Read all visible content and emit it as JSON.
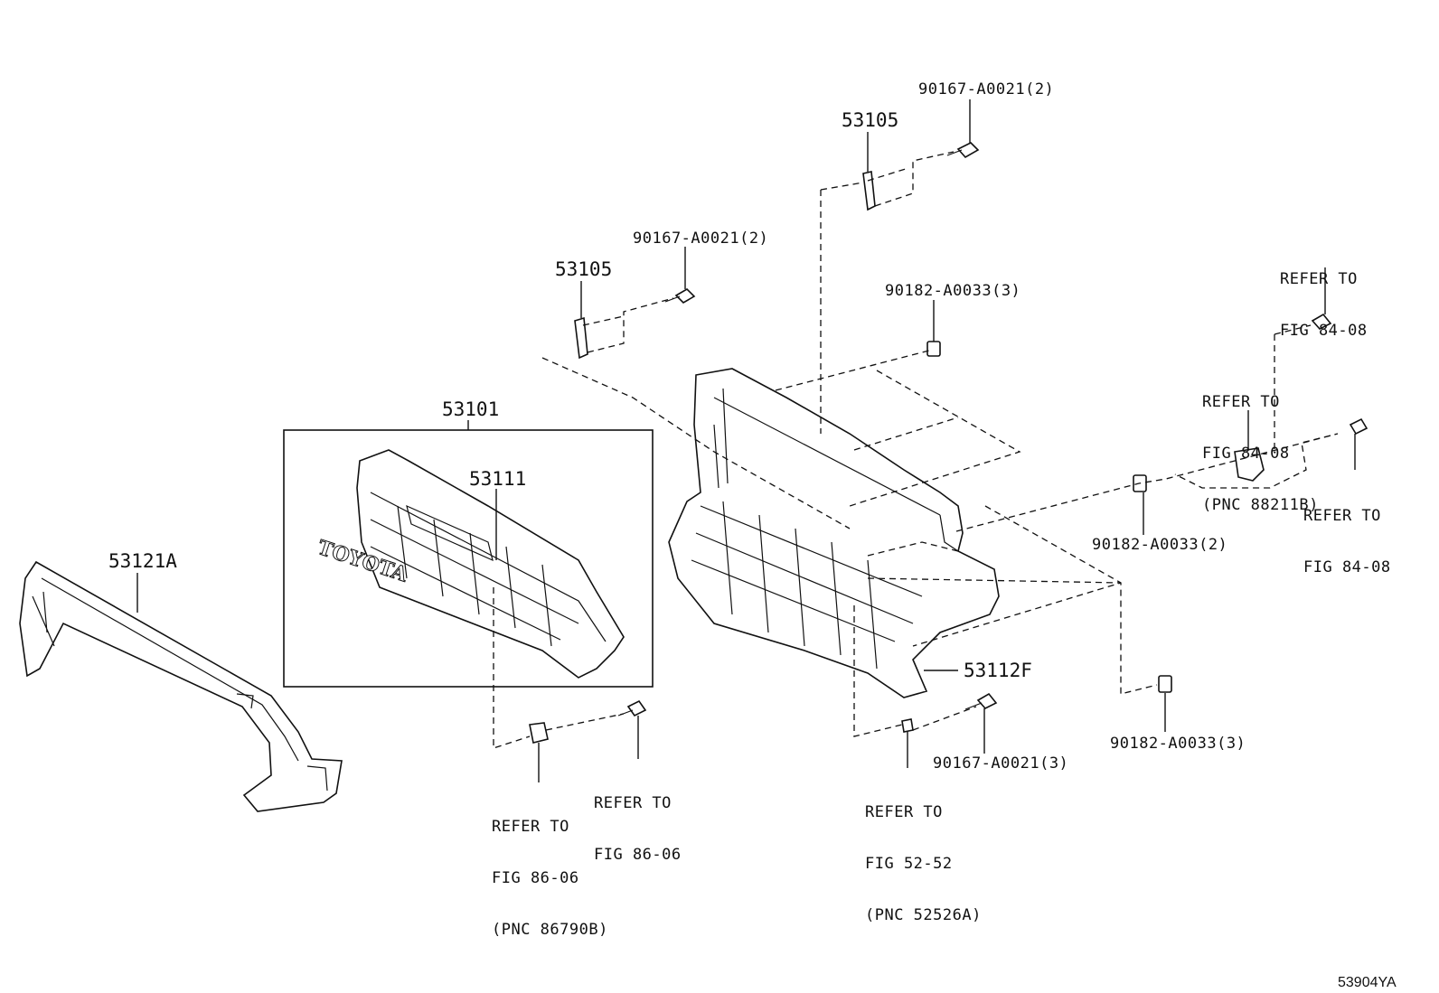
{
  "figure_code": "53904YA",
  "callouts": {
    "p53121A": "53121A",
    "p53101": "53101",
    "p53111": "53111",
    "p53105_upper": "53105",
    "p53105_lower": "53105",
    "p53112F": "53112F",
    "bolt_top": "90167-A0021(2)",
    "bolt_mid": "90167-A0021(2)",
    "bolt_bottom": "90167-A0021(3)",
    "nut_top": "90182-A0033(3)",
    "nut_mid": "90182-A0033(2)",
    "nut_bottom": "90182-A0033(3)",
    "emblem_text": "TOYOTA",
    "ref_8408_top": [
      "REFER TO",
      "FIG 84-08"
    ],
    "ref_8408_pnc": [
      "REFER TO",
      "FIG 84-08",
      "(PNC 88211B)"
    ],
    "ref_8408_right": [
      "REFER TO",
      "FIG 84-08"
    ],
    "ref_8606_clip": [
      "REFER TO",
      "FIG 86-06",
      "(PNC 86790B)"
    ],
    "ref_8606_bolt": [
      "REFER TO",
      "FIG 86-06"
    ],
    "ref_5252": [
      "REFER TO",
      "FIG 52-52",
      "(PNC 52526A)"
    ]
  }
}
